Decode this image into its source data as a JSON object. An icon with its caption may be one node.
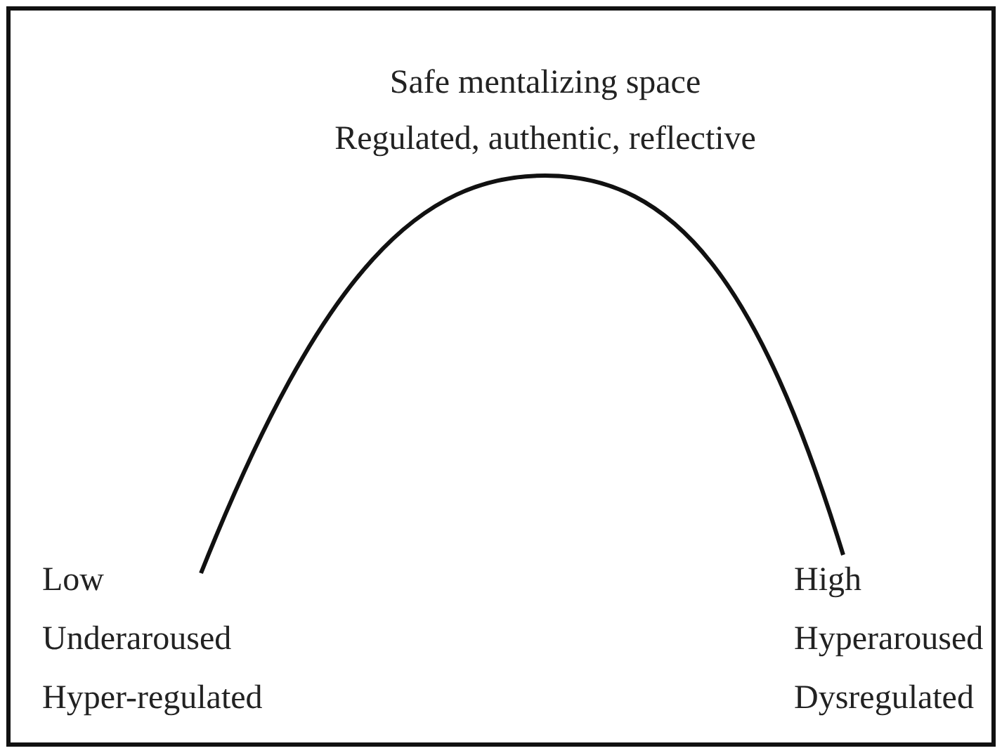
{
  "diagram": {
    "labels": [
      "Safe mentalizing space",
      "Regulated, authentic, reflective",
      "Low",
      "Underaroused",
      "Hyper-regulated",
      "High",
      "Hyperaroused",
      "Dysregulated"
    ]
  }
}
